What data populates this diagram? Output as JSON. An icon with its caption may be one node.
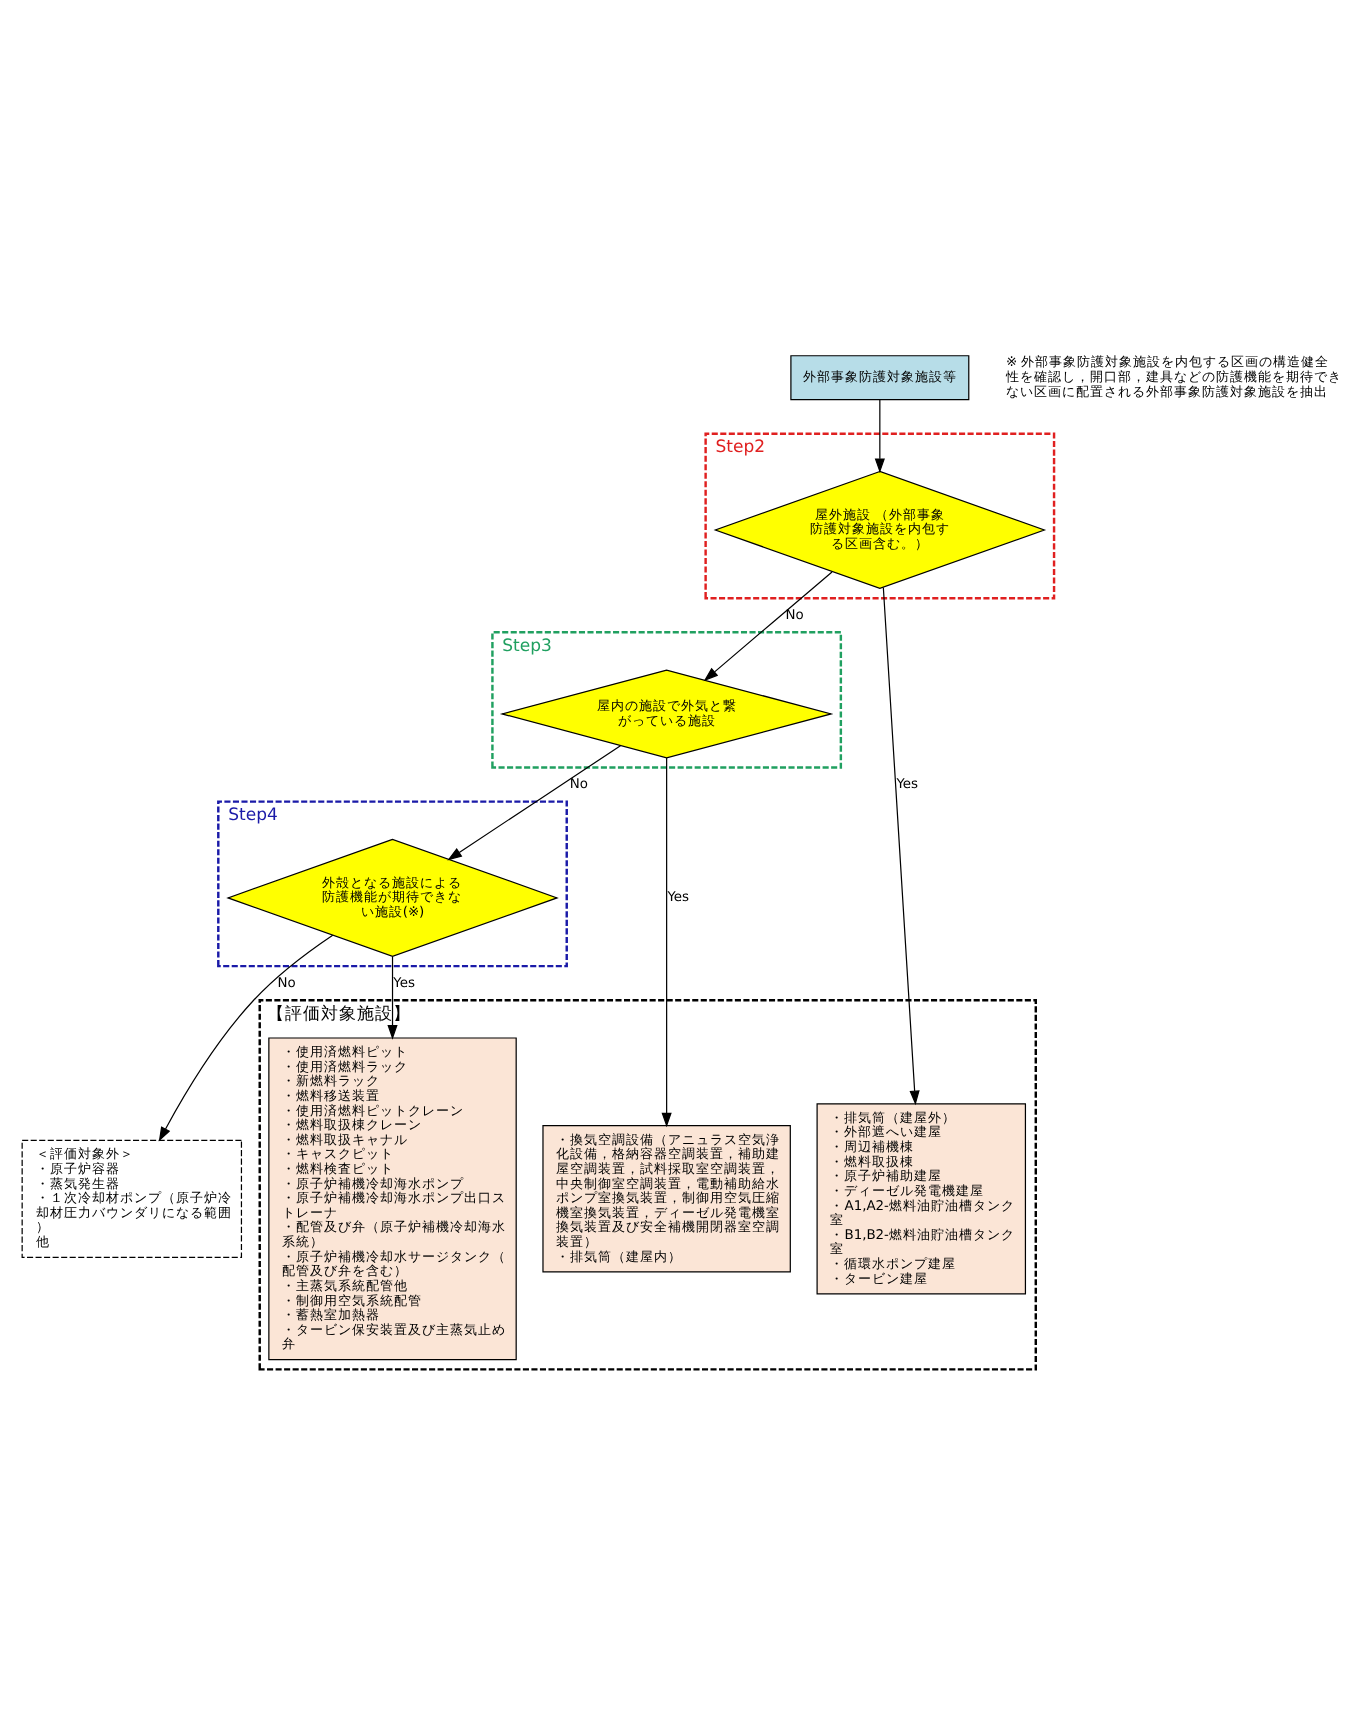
{
  "diagram": {
    "nodes": [
      {
        "text": [
          "外部事象防護対象施設等"
        ]
      },
      {
        "text": [
          "Step2"
        ]
      },
      {
        "text": [
          "屋外施設 （外部事象防護対象施設を内包する区画含む。）"
        ],
        "in": 1
      },
      {
        "text": [
          "Step3"
        ]
      },
      {
        "text": [
          "屋内の施設で外気と繋がっている施設"
        ],
        "in": 3
      },
      {
        "text": [
          "Step4"
        ]
      },
      {
        "text": [
          "外殻となる施設による防護機能が期待できない施設(※)"
        ],
        "in": 5
      },
      {
        "text": [
          "＜評価対象外＞",
          "・原子炉容器",
          "・蒸気発生器",
          "・１次冷却材ポンプ（原子炉冷却材圧力バウンダリになる範囲）",
          "他"
        ]
      },
      {
        "text": [
          "【評価対象施設】"
        ]
      },
      {
        "text": [
          "・排気筒（建屋外）",
          "・外部遮へい建屋",
          "・周辺補機棟",
          "・燃料取扱棟",
          "・原子炉補助建屋",
          "・ディーゼル発電機建屋",
          "・A1,A2-燃料油貯油槽タンク室",
          "・B1,B2-燃料油貯油槽タンク室",
          "・循環水ポンプ建屋",
          "・タービン建屋"
        ],
        "in": 8
      },
      {
        "text": [
          "・換気空調設備（アニュラス空気浄化設備，格納容器空調装置，補助建屋空調装置，試料採取室空調装置，中央制御室空調装置，電動補助給水ポンプ室換気装置，制御用空気圧縮機室換気装置，ディーゼル発電機室換気装置及び安全補機開閉器室空調装置）",
          "・排気筒（建屋内）"
        ],
        "in": 8
      },
      {
        "text": [
          "・使用済燃料ピット",
          "・使用済燃料ラック",
          "・新燃料ラック",
          "・燃料移送装置",
          "・使用済燃料ピットクレーン",
          "・燃料取扱棟クレーン",
          "・燃料取扱キャナル",
          "・キャスクピット",
          "・燃料検査ピット",
          "・原子炉補機冷却海水ポンプ",
          "・原子炉補機冷却海水ポンプ出口ストレーナ",
          "・配管及び弁（原子炉補機冷却海水系統）",
          "・原子炉補機冷却水サージタンク（配管及び弁を含む）",
          "・主蒸気系統配管他",
          "・制御用空気系統配管",
          "・蓄熱室加熱器",
          "・タービン保安装置及び主蒸気止め弁"
        ],
        "in": 8
      }
    ],
    "edges": [
      {
        "from": 0,
        "to": 2,
        "arrow": "to"
      },
      {
        "from": 2,
        "to": 4,
        "arrow": "to",
        "label": "No"
      },
      {
        "from": 4,
        "to": 6,
        "arrow": "to",
        "label": "No"
      },
      {
        "from": 6,
        "to": 7,
        "arrow": "to",
        "label": "No"
      },
      {
        "from": 2,
        "to": 9,
        "arrow": "to",
        "label": "Yes"
      },
      {
        "from": 4,
        "to": 10,
        "arrow": "to",
        "label": "Yes"
      },
      {
        "from": 6,
        "to": 11,
        "arrow": "to",
        "label": "Yes"
      }
    ],
    "labels": [
      "※ 外部事象防護対象施設を内包する区画の構造健全性を確認し，開口部，建具などの防護機能を期待できない区画に配置される外部事象防護対象施設を抽出"
    ]
  }
}
